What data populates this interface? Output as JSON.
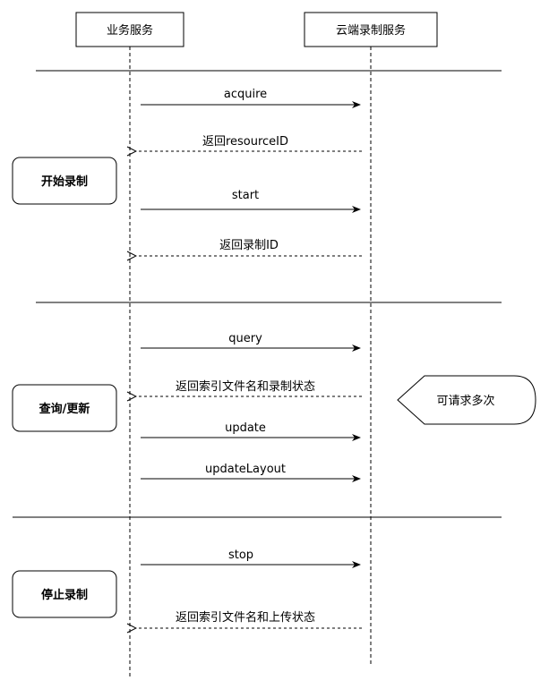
{
  "participants": {
    "business": "业务服务",
    "cloud": "云端录制服务"
  },
  "phases": {
    "start": "开始录制",
    "query": "查询/更新",
    "stop": "停止录制"
  },
  "messages": {
    "acquire": "acquire",
    "acquire_return": "返回resourceID",
    "start": "start",
    "start_return": "返回录制ID",
    "query": "query",
    "query_return": "返回索引文件名和录制状态",
    "update": "update",
    "update_layout": "updateLayout",
    "stop": "stop",
    "stop_return": "返回索引文件名和上传状态"
  },
  "note": "可请求多次"
}
